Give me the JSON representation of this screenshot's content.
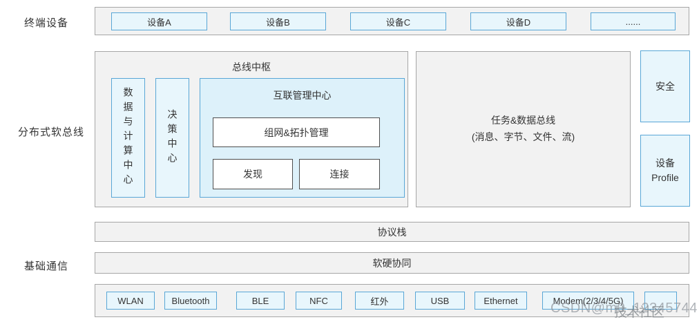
{
  "labels": {
    "terminal": "终端设备",
    "softbus": "分布式软总线",
    "basecomm": "基础通信"
  },
  "terminal_row": {
    "devices": [
      "设备A",
      "设备B",
      "设备C",
      "设备D",
      "......"
    ]
  },
  "softbus": {
    "bus_hub": {
      "title": "总线中枢",
      "data_compute_center": "数据与计算中心",
      "decision_center": "决策中心",
      "interconnect": {
        "title": "互联管理中心",
        "topology": "组网&拓扑管理",
        "discover": "发现",
        "connect": "连接"
      }
    },
    "task_bus": {
      "line1": "任务&数据总线",
      "line2": "(消息、字节、文件、流)"
    },
    "security": "安全",
    "device_profile": {
      "line1": "设备",
      "line2": "Profile"
    }
  },
  "protocol_stack": "协议栈",
  "hw_sw_synergy": "软硬协同",
  "base_comm": {
    "items": [
      "WLAN",
      "Bluetooth",
      "BLE",
      "NFC",
      "红外",
      "USB",
      "Ethernet",
      "Modem(2/3/4/5G)",
      ""
    ]
  },
  "watermark": {
    "line1": "CSDN@m0_12345744",
    "line2": "技术社区"
  },
  "colors": {
    "container_fill": "#f2f2f2",
    "container_border": "#a6a6a6",
    "blue_fill": "#e8f6fc",
    "blue_border": "#58a6d6",
    "interconnect_fill": "#ddf1fa",
    "white_box_border": "#4d4d4d",
    "text": "#333333",
    "watermark": "#949aa0"
  }
}
